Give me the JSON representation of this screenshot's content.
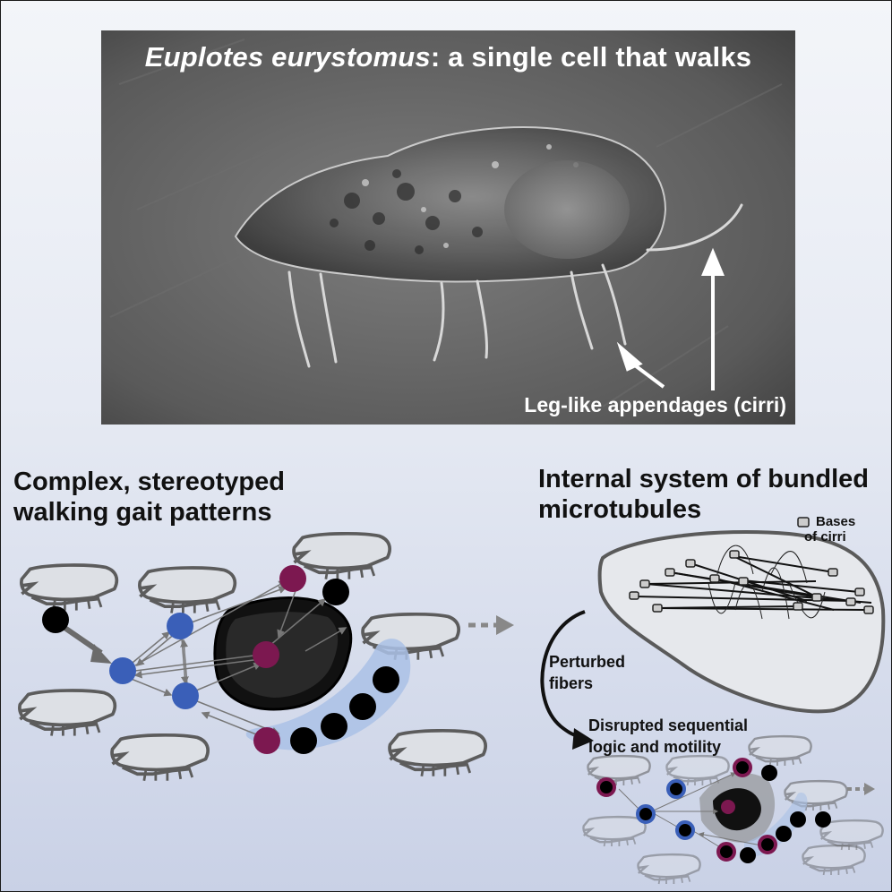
{
  "photo": {
    "title_species": "Euplotes eurystomus",
    "title_rest": ": a single cell that walks",
    "caption": "Leg-like appendages (cirri)"
  },
  "left_panel": {
    "title_line1": "Complex, stereotyped",
    "title_line2": "walking gait patterns"
  },
  "right_panel": {
    "title_line1": "Internal system of bundled",
    "title_line2": "microtubules",
    "legend_line1": "Bases",
    "legend_line2": "of cirri",
    "arrow_label_line1": "Perturbed",
    "arrow_label_line2": "fibers",
    "result_line1": "Disrupted sequential",
    "result_line2": "logic and motility"
  },
  "colors": {
    "node_black": "#000000",
    "node_blue": "#3a5fb8",
    "node_magenta": "#7c1850",
    "cell_fill": "#dde0e5",
    "cell_outline": "#555555",
    "highlight_band": "#aac1e6",
    "arrow_gray": "#777777"
  }
}
